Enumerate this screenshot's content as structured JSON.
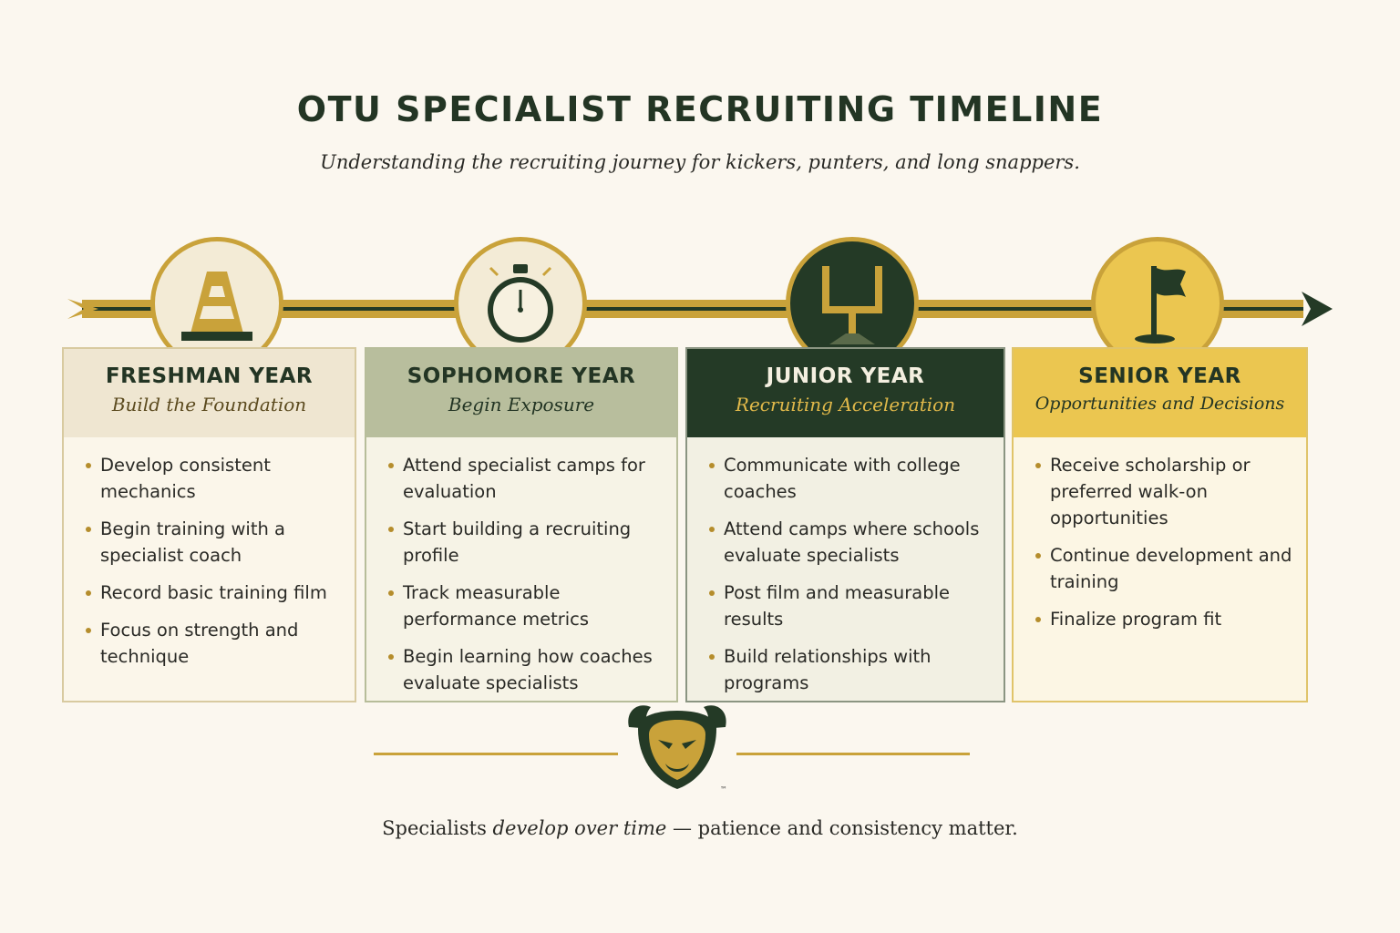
{
  "title": "OTU SPECIALIST RECRUITING TIMELINE",
  "subtitle": "Understanding the recruiting journey for kickers, punters, and long snappers.",
  "colors": {
    "dark_green": "#243a26",
    "gold": "#c9a23a",
    "sage": "#b8be9d",
    "yellow": "#ebc650",
    "cream": "#efe6d1"
  },
  "stages": [
    {
      "icon": "traffic-cone-icon",
      "year": "FRESHMAN YEAR",
      "tagline": "Build the Foundation",
      "items": [
        "Develop consistent mechanics",
        "Begin training with a specialist coach",
        "Record basic training film",
        "Focus on strength and technique"
      ]
    },
    {
      "icon": "stopwatch-icon",
      "year": "SOPHOMORE YEAR",
      "tagline": "Begin Exposure",
      "items": [
        "Attend specialist camps for evaluation",
        "Start building a recruiting profile",
        "Track measurable performance metrics",
        "Begin learning how coaches evaluate specialists"
      ]
    },
    {
      "icon": "goal-post-icon",
      "year": "JUNIOR YEAR",
      "tagline": "Recruiting Acceleration",
      "items": [
        "Communicate with college coaches",
        "Attend camps where schools evaluate specialists",
        "Post film and measurable results",
        "Build relationships with programs"
      ]
    },
    {
      "icon": "flag-icon",
      "year": "SENIOR YEAR",
      "tagline": "Opportunities and Decisions",
      "items": [
        "Receive scholarship or preferred walk-on opportunities",
        "Continue development and training",
        "Finalize program fit"
      ]
    }
  ],
  "logo": {
    "icon": "bison-logo-icon",
    "trademark": "™"
  },
  "footer": {
    "part1": "Specialists ",
    "emphasis": "develop over time",
    "part2": " — patience and consistency matter."
  }
}
